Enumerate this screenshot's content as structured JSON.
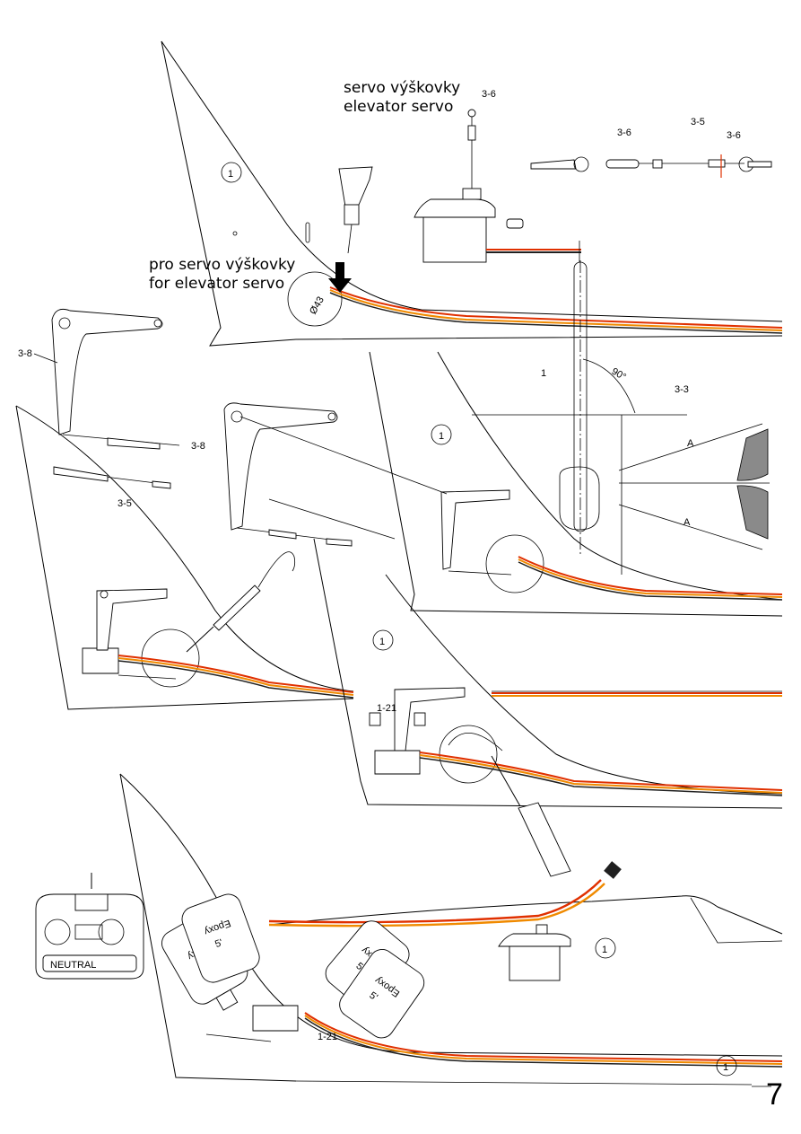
{
  "labels": {
    "servo_cz": "servo výškovky",
    "servo_en": "elevator servo",
    "for_servo_cz": "pro servo výškovky",
    "for_servo_en": "for elevator servo",
    "hole_dia": "Ø43",
    "angle": "90°",
    "dim_a": "A",
    "neutral": "NEUTRAL",
    "epoxy": "Epoxy",
    "epoxy_sub": "5'"
  },
  "refs": {
    "r3_6": "3-6",
    "r3_5": "3-5",
    "r3_8": "3-8",
    "r3_3": "3-3",
    "r1": "1",
    "r1_21": "1-21"
  },
  "page_number": "7",
  "colors": {
    "wire_red": "#e03000",
    "wire_orange": "#f08a00",
    "wire_black": "#202020",
    "fin_gray": "#8a8a8a"
  }
}
